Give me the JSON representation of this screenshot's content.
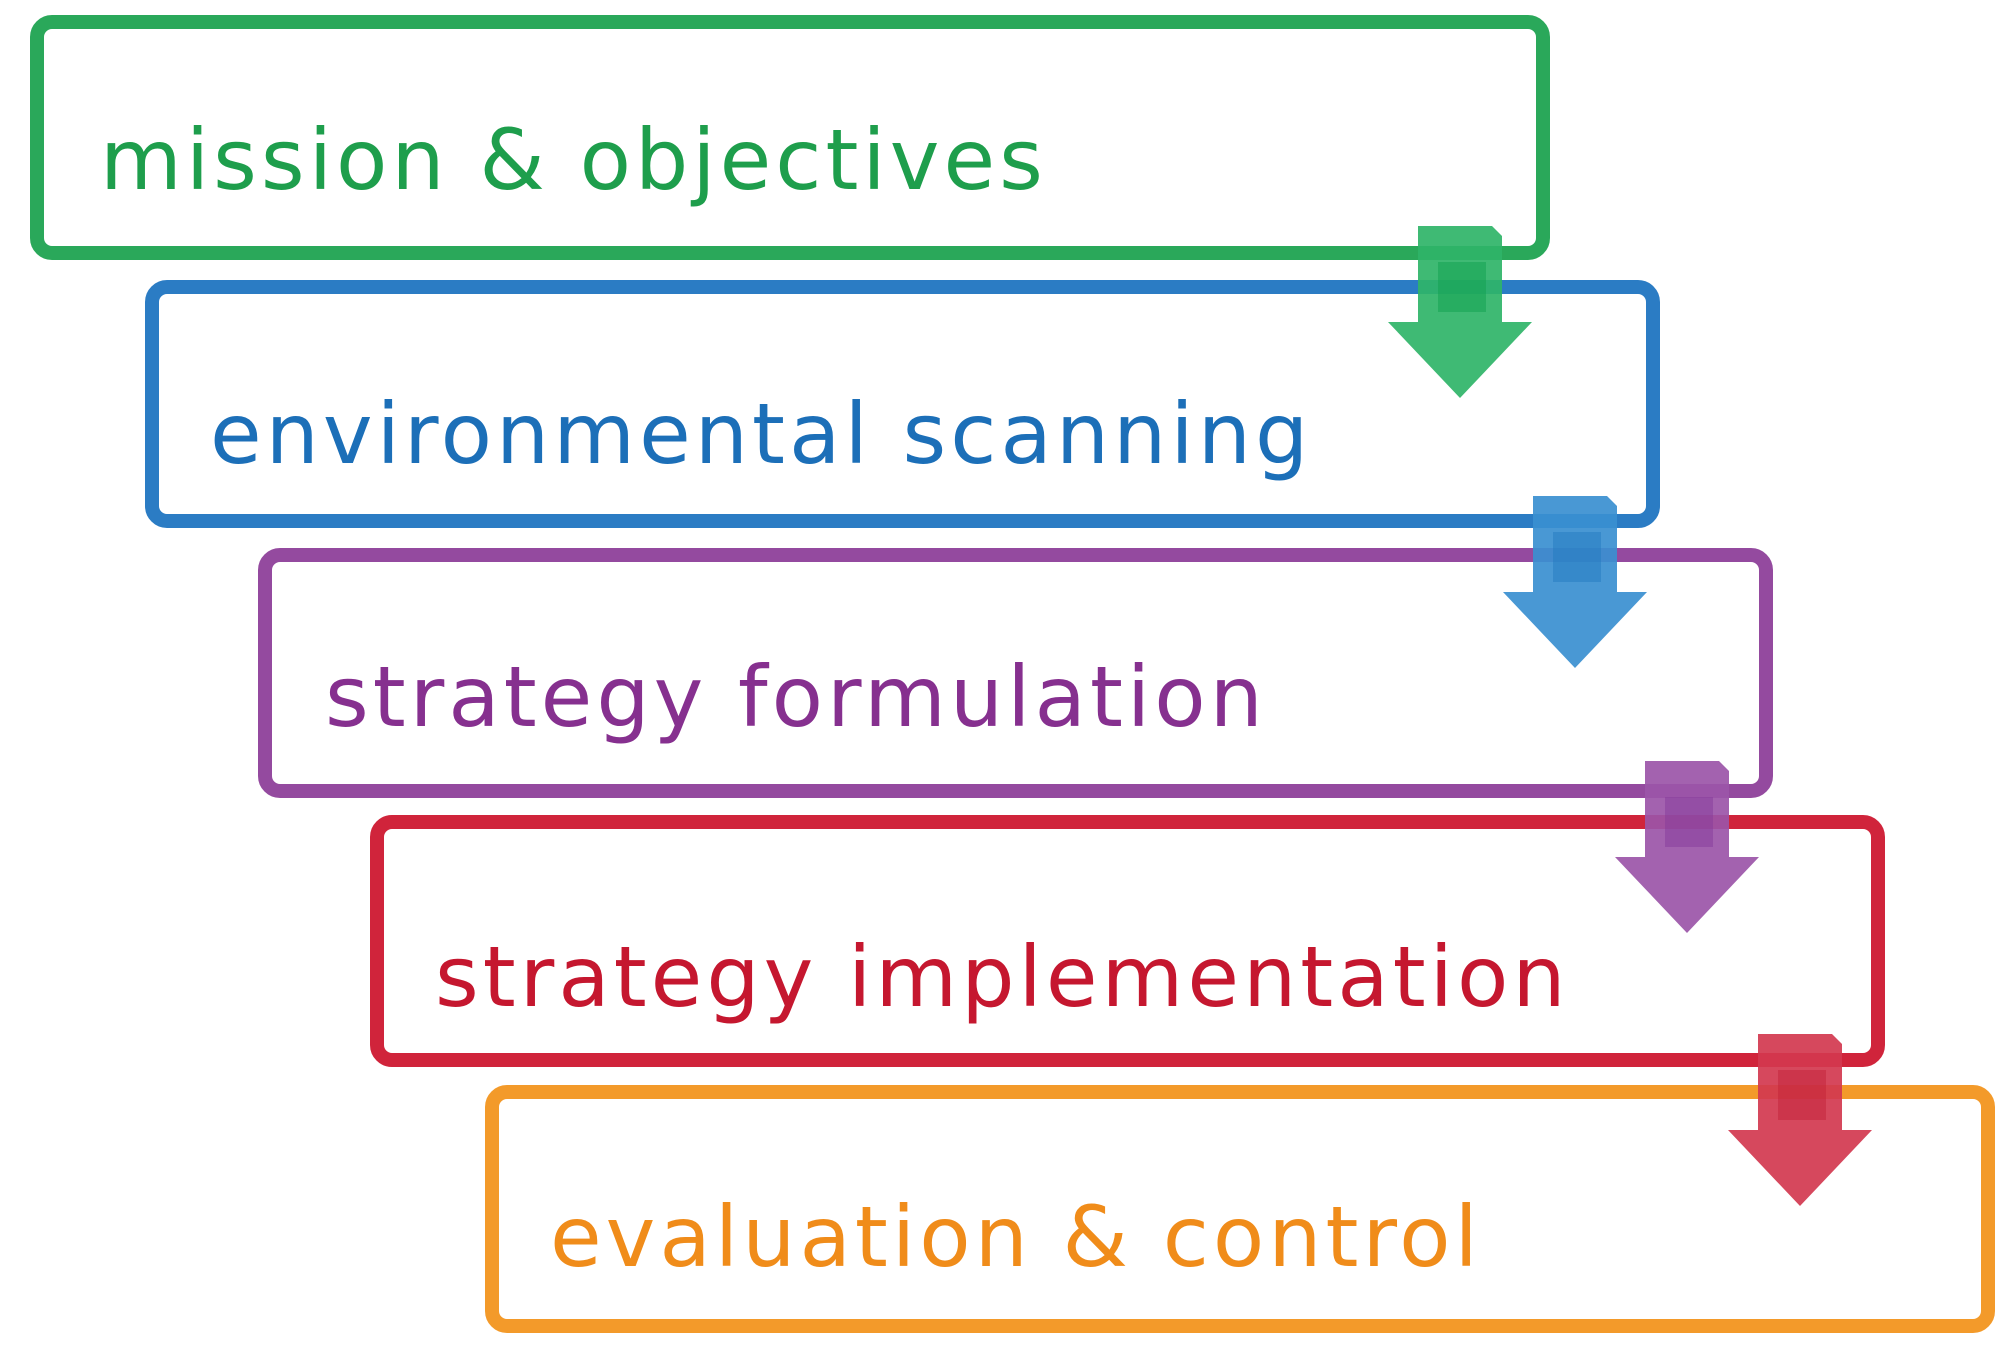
{
  "diagram": {
    "type": "staircase-process-flow",
    "steps": [
      {
        "label": "mission & objectives",
        "color": "#2aa85a"
      },
      {
        "label": "environmental scanning",
        "color": "#2b7cc4"
      },
      {
        "label": "strategy formulation",
        "color": "#944a9f"
      },
      {
        "label": "strategy implementation",
        "color": "#d0243b"
      },
      {
        "label": "evaluation & control",
        "color": "#f39a2a"
      }
    ],
    "connectors": [
      {
        "from": "mission & objectives",
        "to": "environmental scanning",
        "icon": "arrow-down-icon",
        "color": "#2fb468"
      },
      {
        "from": "environmental scanning",
        "to": "strategy formulation",
        "icon": "arrow-down-icon",
        "color": "#3a8fd0"
      },
      {
        "from": "strategy formulation",
        "to": "strategy implementation",
        "icon": "arrow-down-icon",
        "color": "#9b55a8"
      },
      {
        "from": "strategy implementation",
        "to": "evaluation & control",
        "icon": "arrow-down-icon",
        "color": "#d2384f"
      }
    ]
  }
}
